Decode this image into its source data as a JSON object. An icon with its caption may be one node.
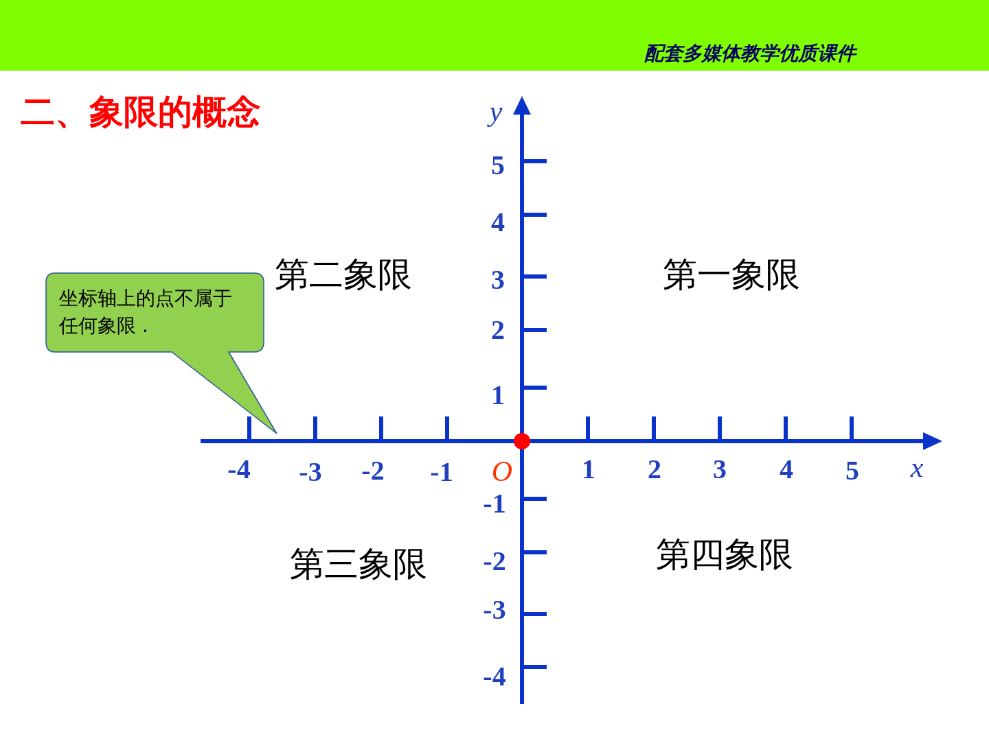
{
  "diagram": {
    "title": "二、象限的概念",
    "nodes": [
      {
        "text": [
          "坐标轴上的点不属于任何象限 ."
        ]
      }
    ],
    "labels": [
      "配套多媒体教学优质课件",
      "y",
      "5",
      "4",
      "第二象限",
      "第一象限",
      "3",
      "2",
      "1",
      "-4",
      "-3",
      "-2",
      "-1",
      "O",
      "1",
      "2",
      "3",
      "4",
      "5",
      "x",
      "-1",
      "第三象限",
      "第四象限",
      "-2",
      "-3",
      "-4"
    ]
  }
}
